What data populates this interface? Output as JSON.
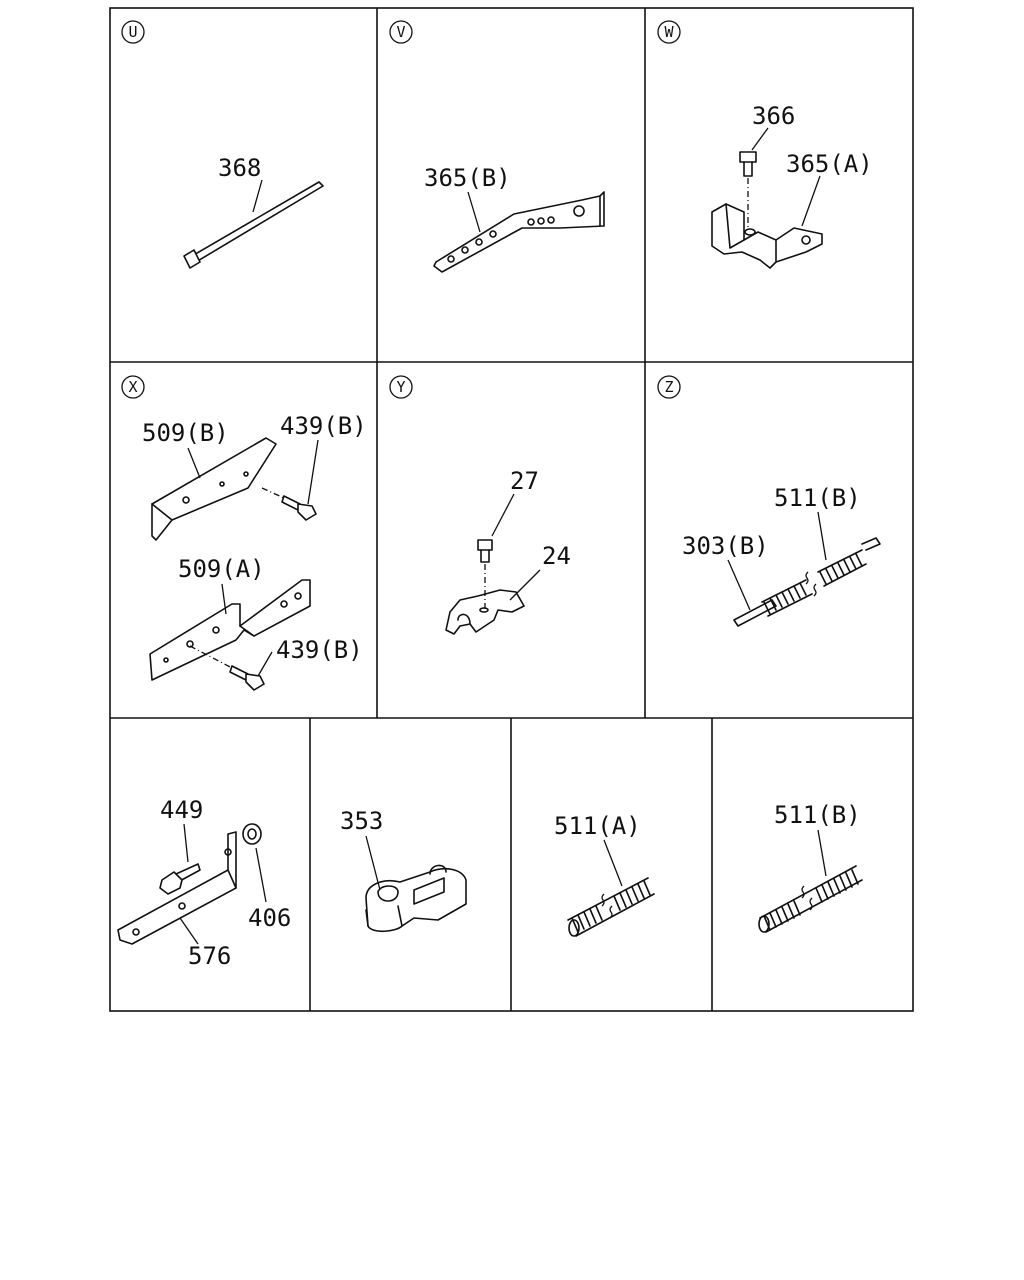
{
  "panels": [
    {
      "id": "U",
      "callouts": [
        "368"
      ]
    },
    {
      "id": "V",
      "callouts": [
        "365(B)"
      ]
    },
    {
      "id": "W",
      "callouts": [
        "366",
        "365(A)"
      ]
    },
    {
      "id": "X",
      "callouts": [
        "509(B)",
        "439(B)",
        "509(A)",
        "439(B)"
      ]
    },
    {
      "id": "Y",
      "callouts": [
        "27",
        "24"
      ]
    },
    {
      "id": "Z",
      "callouts": [
        "511(B)",
        "303(B)"
      ]
    },
    {
      "id": "",
      "callouts": [
        "449",
        "406",
        "576"
      ]
    },
    {
      "id": "",
      "callouts": [
        "353"
      ]
    },
    {
      "id": "",
      "callouts": [
        "511(A)"
      ]
    },
    {
      "id": "",
      "callouts": [
        "511(B)"
      ]
    }
  ]
}
